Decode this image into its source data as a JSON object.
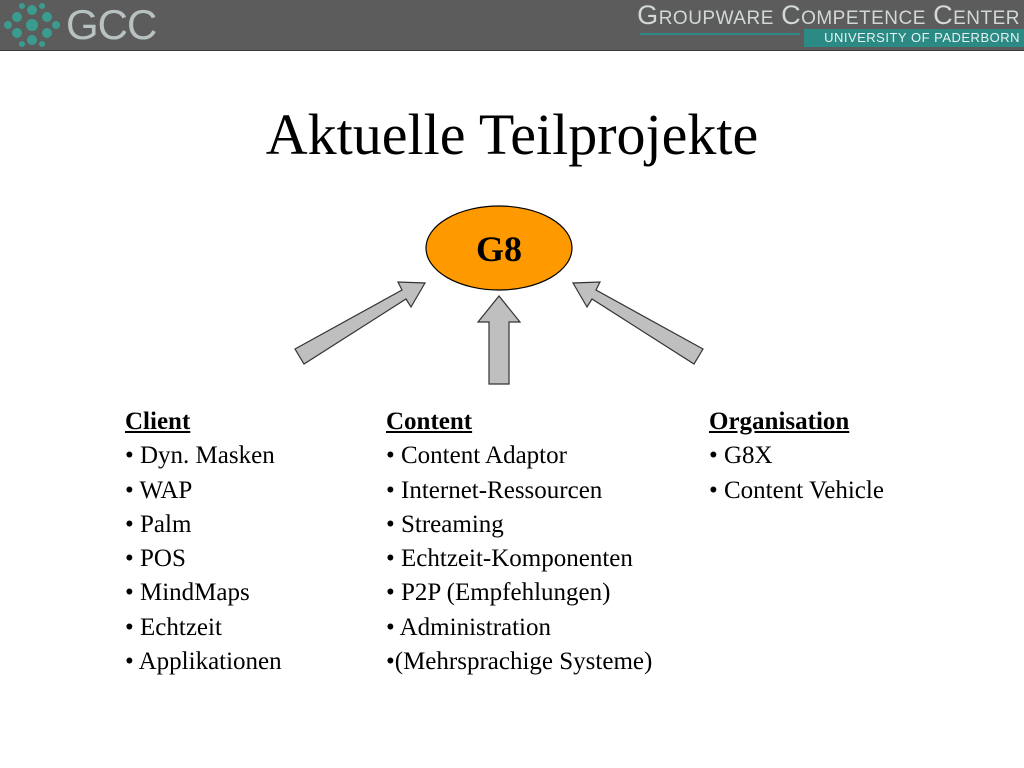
{
  "header": {
    "logo_text": "GCC",
    "org_name": {
      "word1_initial": "G",
      "word1_rest": "roupware",
      "word2_initial": "C",
      "word2_rest": "ompetence",
      "word3_initial": "C",
      "word3_rest": "enter"
    },
    "university": "UNIVERSITY OF PADERBORN"
  },
  "title": "Aktuelle Teilprojekte",
  "diagram": {
    "center_node": "G8",
    "center_fill": "#ff9900",
    "arrow_fill": "#bfbfbf"
  },
  "columns": {
    "client": {
      "heading": "Client",
      "items": [
        "• Dyn. Masken",
        "• WAP",
        "• Palm",
        "• POS",
        "• MindMaps",
        "• Echtzeit",
        "• Applikationen"
      ]
    },
    "content": {
      "heading": "Content",
      "items": [
        "• Content Adaptor",
        "• Internet-Ressourcen",
        "• Streaming",
        "• Echtzeit-Komponenten",
        "• P2P (Empfehlungen)",
        "• Administration",
        "•(Mehrsprachige Systeme)"
      ]
    },
    "organisation": {
      "heading": "Organisation",
      "items": [
        "• G8X",
        "• Content Vehicle"
      ]
    }
  }
}
